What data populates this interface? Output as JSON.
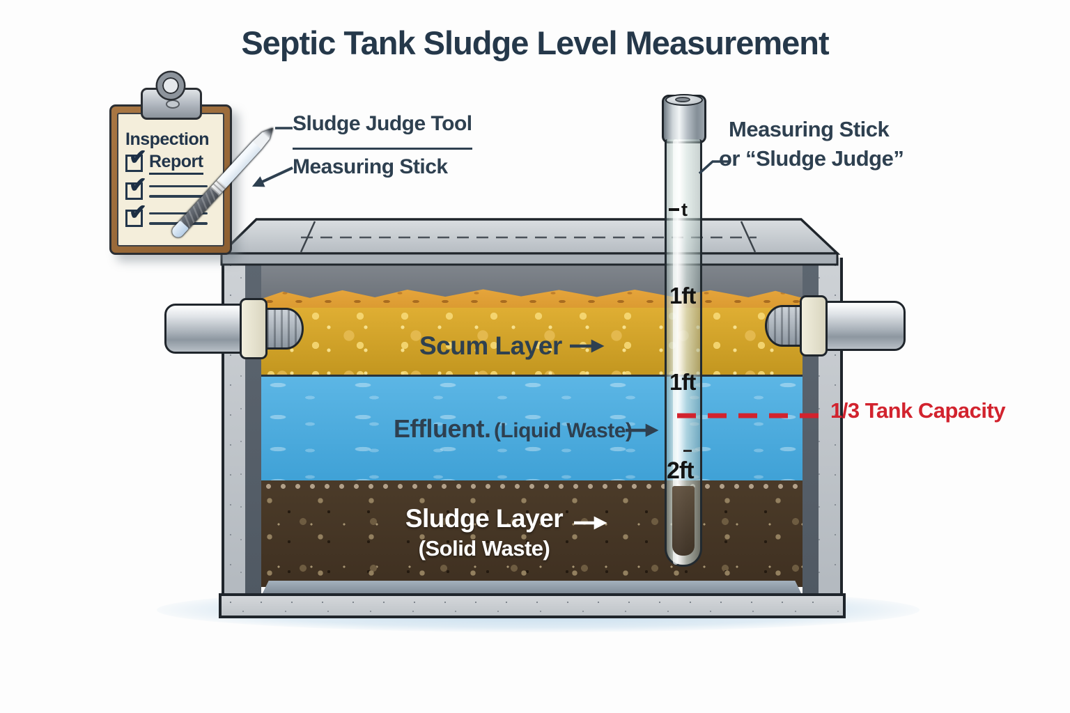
{
  "title": "Septic Tank Sludge Level Measurement",
  "clipboard": {
    "heading_line1": "Inspection",
    "heading_line2": "Report",
    "check_glyph": "✔"
  },
  "tool_callout": {
    "label_top": "Sludge Judge Tool",
    "label_bottom": "Measuring Stick"
  },
  "stick_callout": {
    "line1": "Measuring Stick",
    "line2": "or “Sludge Judge”"
  },
  "stick": {
    "top_mark": "t",
    "marks": [
      {
        "label": "1ft"
      },
      {
        "label": "1ft"
      },
      {
        "label": "2ft"
      }
    ]
  },
  "tank": {
    "scum": {
      "label": "Scum Layer"
    },
    "effluent": {
      "label": "Effluent.",
      "sublabel": "(Liquid Waste)"
    },
    "sludge": {
      "label": "Sludge Layer",
      "sublabel": "(Solid Waste)"
    }
  },
  "capacity_marker": {
    "label": "1/3 Tank Capacity",
    "color": "#d2232e"
  },
  "colors": {
    "title_text": "#25384a",
    "label_text": "#2e4050",
    "marker_red": "#d2232e",
    "scum_gold": "#d9a62e",
    "effluent_blue": "#47aadd",
    "sludge_brown": "#473827",
    "concrete_gray": "#c6cacf"
  }
}
